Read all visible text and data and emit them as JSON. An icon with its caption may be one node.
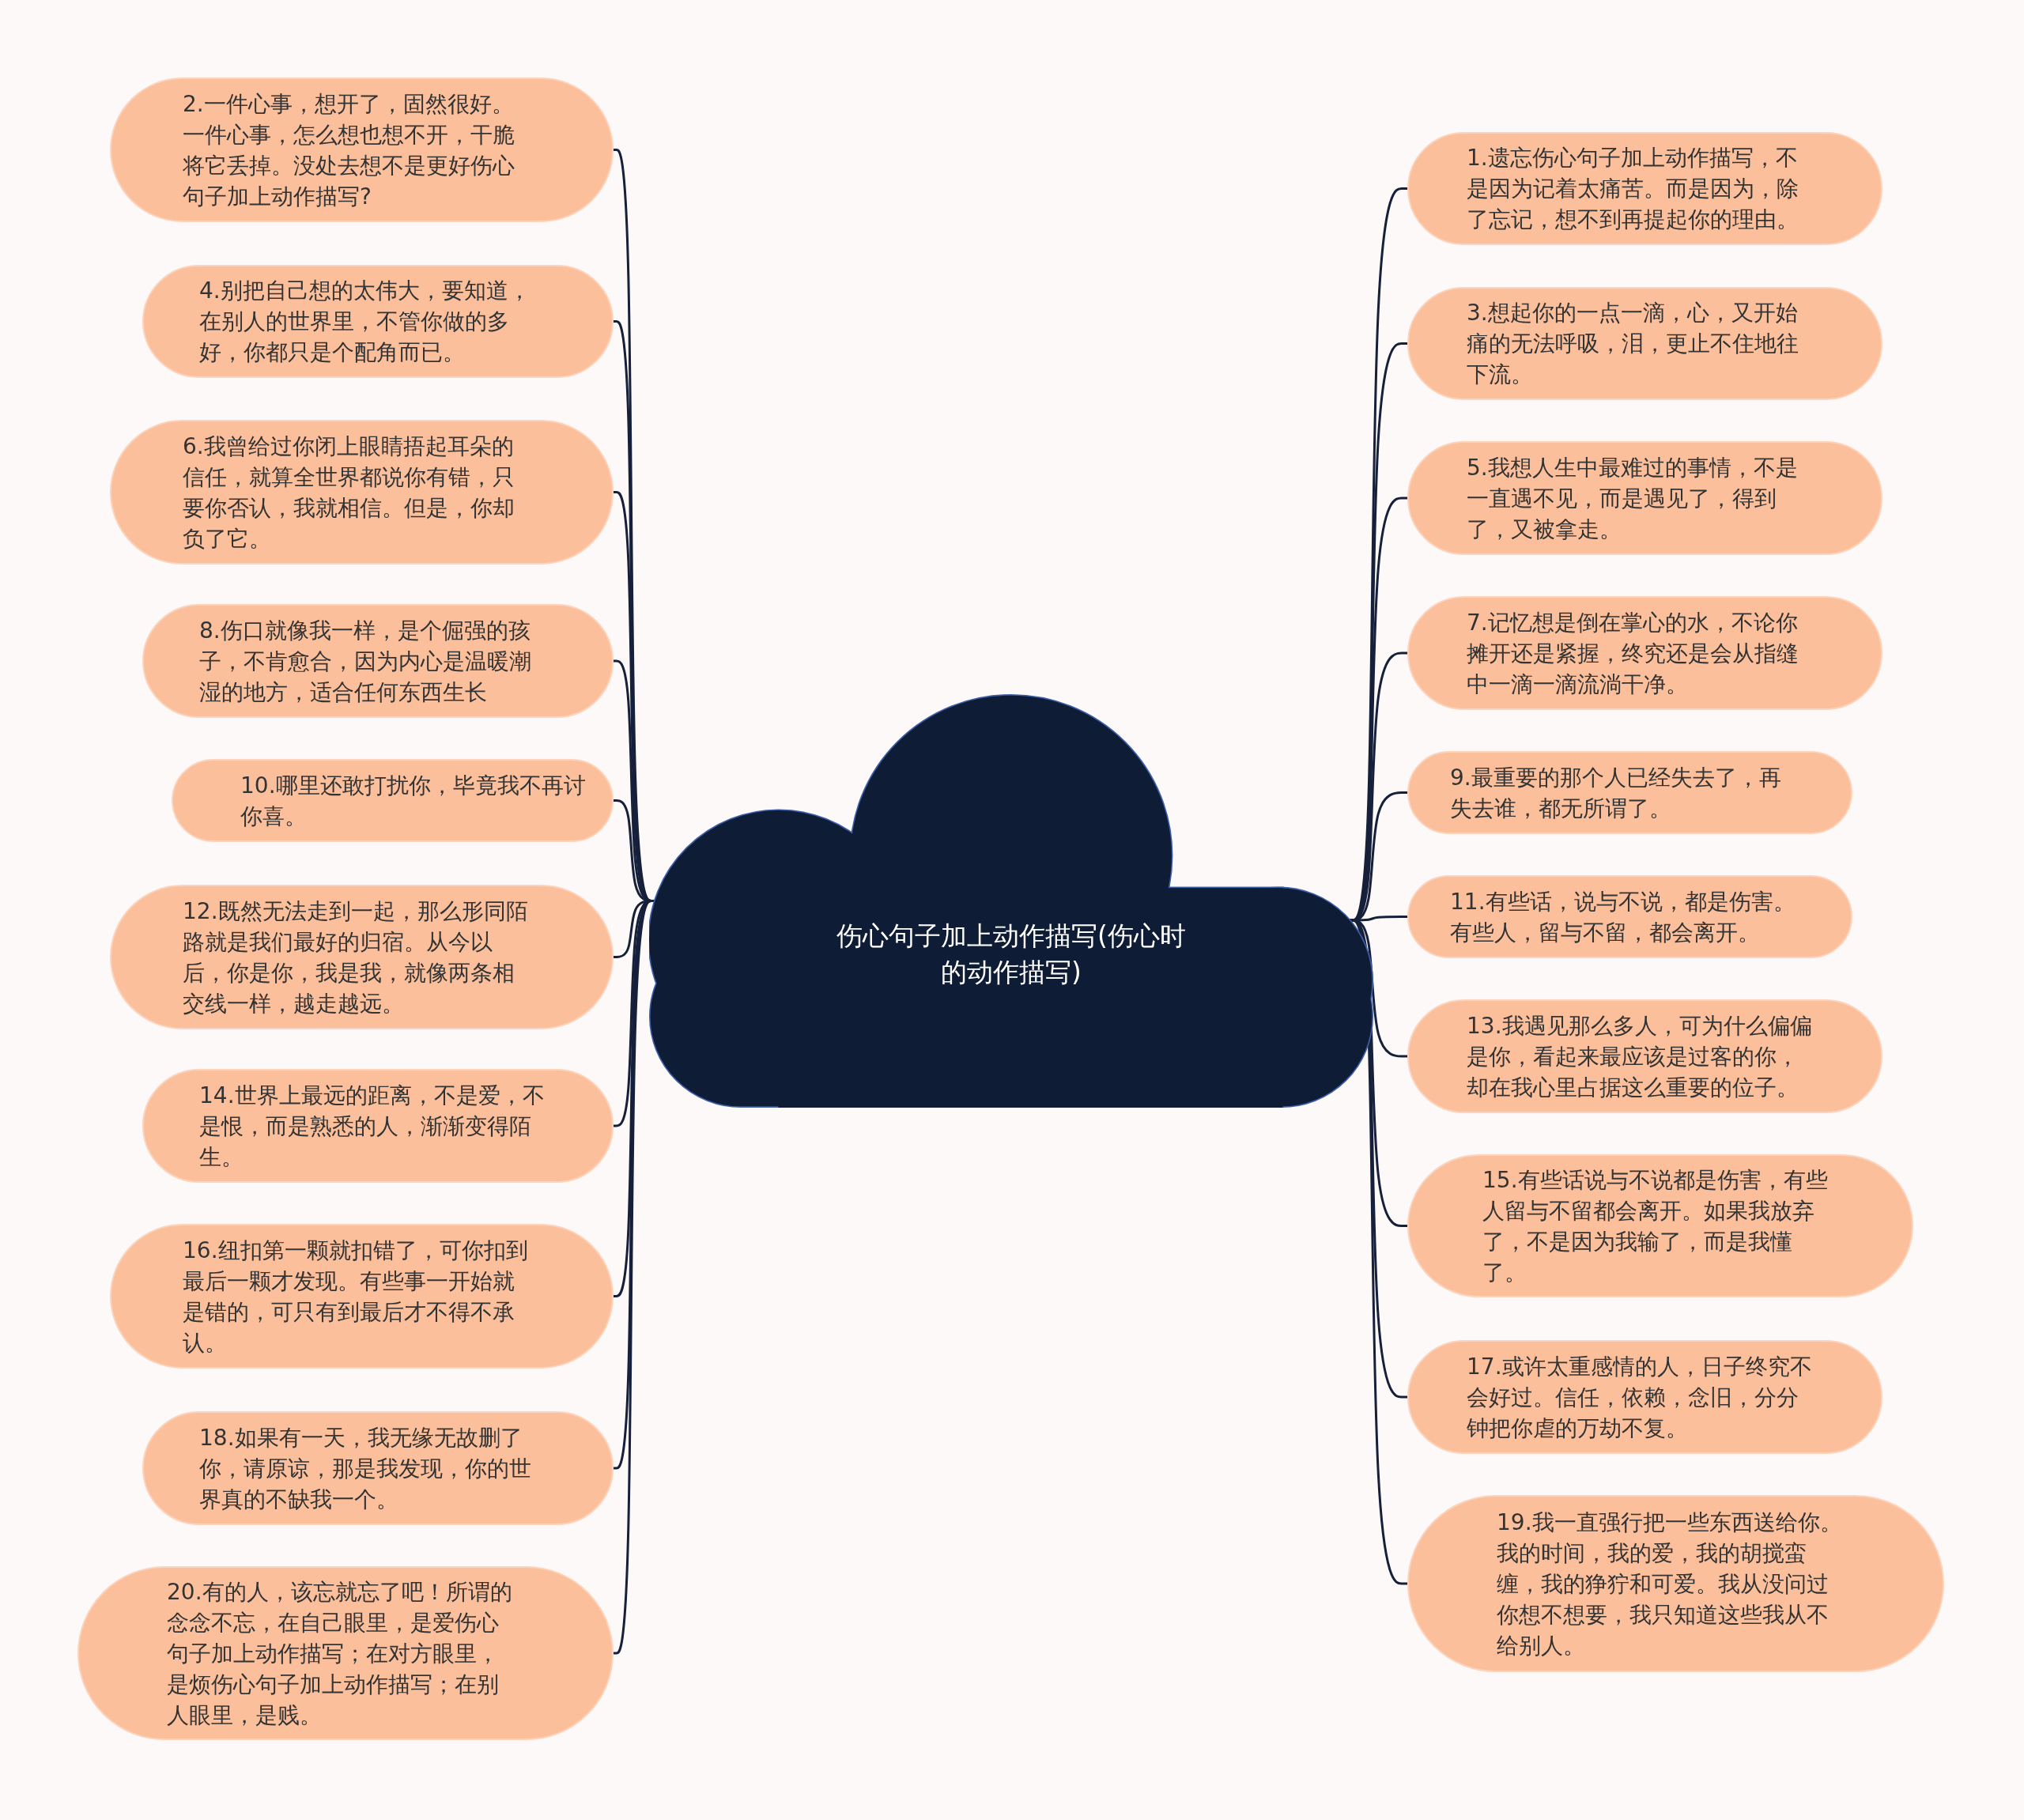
{
  "diagram": {
    "nodes": [
      {
        "text": [
          "伤心句子加上动作描写(伤心时的动作描写)"
        ]
      },
      {
        "text": [
          "1.遗忘伤心句子加上动作描写，不是因为记着太痛苦。而是因为，除了忘记，想不到再提起你的理由。"
        ]
      },
      {
        "text": [
          "2.一件心事，想开了，固然很好。一件心事，怎么想也想不开，干脆将它丢掉。没处去想不是更好伤心句子加上动作描写?"
        ]
      },
      {
        "text": [
          "3.想起你的一点一滴，心，又开始痛的无法呼吸，泪，更止不住地往下流。"
        ]
      },
      {
        "text": [
          "4.别把自己想的太伟大，要知道，在别人的世界里，不管你做的多好，你都只是个配角而已。"
        ]
      },
      {
        "text": [
          "5.我想人生中最难过的事情，不是一直遇不见，而是遇见了，得到了，又被拿走。"
        ]
      },
      {
        "text": [
          "6.我曾给过你闭上眼睛捂起耳朵的信任，就算全世界都说你有错，只要你否认，我就相信。但是，你却负了它。"
        ]
      },
      {
        "text": [
          "7.记忆想是倒在掌心的水，不论你摊开还是紧握，终究还是会从指缝中一滴一滴流淌干净。"
        ]
      },
      {
        "text": [
          "8.伤口就像我一样，是个倔强的孩子，不肯愈合，因为内心是温暖潮湿的地方，适合任何东西生长"
        ]
      },
      {
        "text": [
          "9.最重要的那个人已经失去了，再失去谁，都无所谓了。"
        ]
      },
      {
        "text": [
          "10.哪里还敢打扰你，毕竟我不再讨你喜。"
        ]
      },
      {
        "text": [
          "11.有些话，说与不说，都是伤害。有些人，留与不留，都会离开。"
        ]
      },
      {
        "text": [
          "12.既然无法走到一起，那么形同陌路就是我们最好的归宿。从今以后，你是你，我是我，就像两条相交线一样，越走越远。"
        ]
      },
      {
        "text": [
          "13.我遇见那么多人，可为什么偏偏是你，看起来最应该是过客的你，却在我心里占据这么重要的位子。"
        ]
      },
      {
        "text": [
          "14.世界上最远的距离，不是爱，不是恨，而是熟悉的人，渐渐变得陌生。"
        ]
      },
      {
        "text": [
          "15.有些话说与不说都是伤害，有些人留与不留都会离开。如果我放弃了，不是因为我输了，而是我懂了。"
        ]
      },
      {
        "text": [
          "16.纽扣第一颗就扣错了，可你扣到最后一颗才发现。有些事一开始就是错的，可只有到最后才不得不承认。"
        ]
      },
      {
        "text": [
          "17.或许太重感情的人，日子终究不会好过。信任，依赖，念旧，分分钟把你虐的万劫不复。"
        ]
      },
      {
        "text": [
          "18.如果有一天，我无缘无故删了你，请原谅，那是我发现，你的世界真的不缺我一个。"
        ]
      },
      {
        "text": [
          "19.我一直强行把一些东西送给你。我的时间，我的爱，我的胡搅蛮缠，我的狰狞和可爱。我从没问过你想不想要，我只知道这些我从不给别人。"
        ]
      },
      {
        "text": [
          "20.有的人，该忘就忘了吧！所谓的念念不忘，在自己眼里，是爱伤心句子加上动作描写；在对方眼里，是烦伤心句子加上动作描写；在别人眼里，是贱。"
        ]
      }
    ],
    "edges": [
      {
        "from": 0,
        "to": 1,
        "arrow": "none"
      },
      {
        "from": 0,
        "to": 2,
        "arrow": "none"
      },
      {
        "from": 0,
        "to": 3,
        "arrow": "none"
      },
      {
        "from": 0,
        "to": 4,
        "arrow": "none"
      },
      {
        "from": 0,
        "to": 5,
        "arrow": "none"
      },
      {
        "from": 0,
        "to": 6,
        "arrow": "none"
      },
      {
        "from": 0,
        "to": 7,
        "arrow": "none"
      },
      {
        "from": 0,
        "to": 8,
        "arrow": "none"
      },
      {
        "from": 0,
        "to": 9,
        "arrow": "none"
      },
      {
        "from": 0,
        "to": 10,
        "arrow": "none"
      },
      {
        "from": 0,
        "to": 11,
        "arrow": "none"
      },
      {
        "from": 0,
        "to": 12,
        "arrow": "none"
      },
      {
        "from": 0,
        "to": 13,
        "arrow": "none"
      },
      {
        "from": 0,
        "to": 14,
        "arrow": "none"
      },
      {
        "from": 0,
        "to": 15,
        "arrow": "none"
      },
      {
        "from": 0,
        "to": 16,
        "arrow": "none"
      },
      {
        "from": 0,
        "to": 17,
        "arrow": "none"
      },
      {
        "from": 0,
        "to": 18,
        "arrow": "none"
      },
      {
        "from": 0,
        "to": 19,
        "arrow": "none"
      },
      {
        "from": 0,
        "to": 20,
        "arrow": "none"
      }
    ]
  }
}
